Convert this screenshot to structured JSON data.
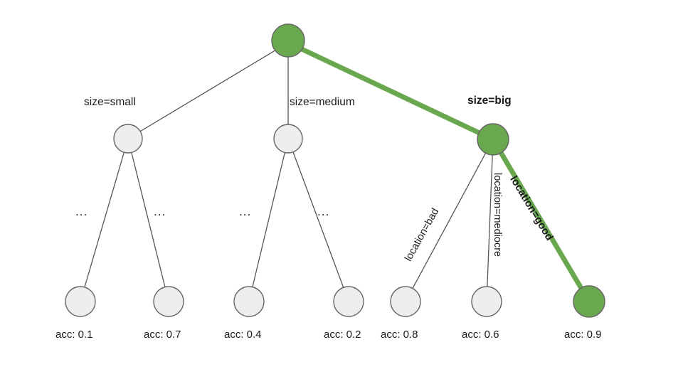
{
  "diagram": {
    "title_text": "",
    "colors": {
      "highlight_green": "#6aa84f",
      "node_gray": "#eeeeee",
      "node_stroke": "#666666",
      "edge_gray": "#555555"
    },
    "root": {
      "id": "root",
      "highlight": true
    },
    "level1": [
      {
        "id": "small",
        "edge_label": "size=small",
        "highlight": false,
        "bold": false
      },
      {
        "id": "medium",
        "edge_label": "size=medium",
        "highlight": false,
        "bold": false
      },
      {
        "id": "big",
        "edge_label": "size=big",
        "highlight": true,
        "bold": true
      }
    ],
    "ellipsis": [
      {
        "text": "..."
      },
      {
        "text": "..."
      },
      {
        "text": "..."
      },
      {
        "text": "..."
      }
    ],
    "branch_labels_right": [
      {
        "text": "location=bad",
        "bold": false
      },
      {
        "text": "location=mediocre",
        "bold": false
      },
      {
        "text": "location=good",
        "bold": true
      }
    ],
    "leaves": [
      {
        "id": "leaf1",
        "label": "acc: 0.1",
        "value": 0.1,
        "highlight": false
      },
      {
        "id": "leaf2",
        "label": "acc: 0.7",
        "value": 0.7,
        "highlight": false
      },
      {
        "id": "leaf3",
        "label": "acc: 0.4",
        "value": 0.4,
        "highlight": false
      },
      {
        "id": "leaf4",
        "label": "acc: 0.2",
        "value": 0.2,
        "highlight": false
      },
      {
        "id": "leaf5",
        "label": "acc: 0.8",
        "value": 0.8,
        "highlight": false
      },
      {
        "id": "leaf6",
        "label": "acc: 0.6",
        "value": 0.6,
        "highlight": false
      },
      {
        "id": "leaf7",
        "label": "acc: 0.9",
        "value": 0.9,
        "highlight": true
      }
    ]
  }
}
